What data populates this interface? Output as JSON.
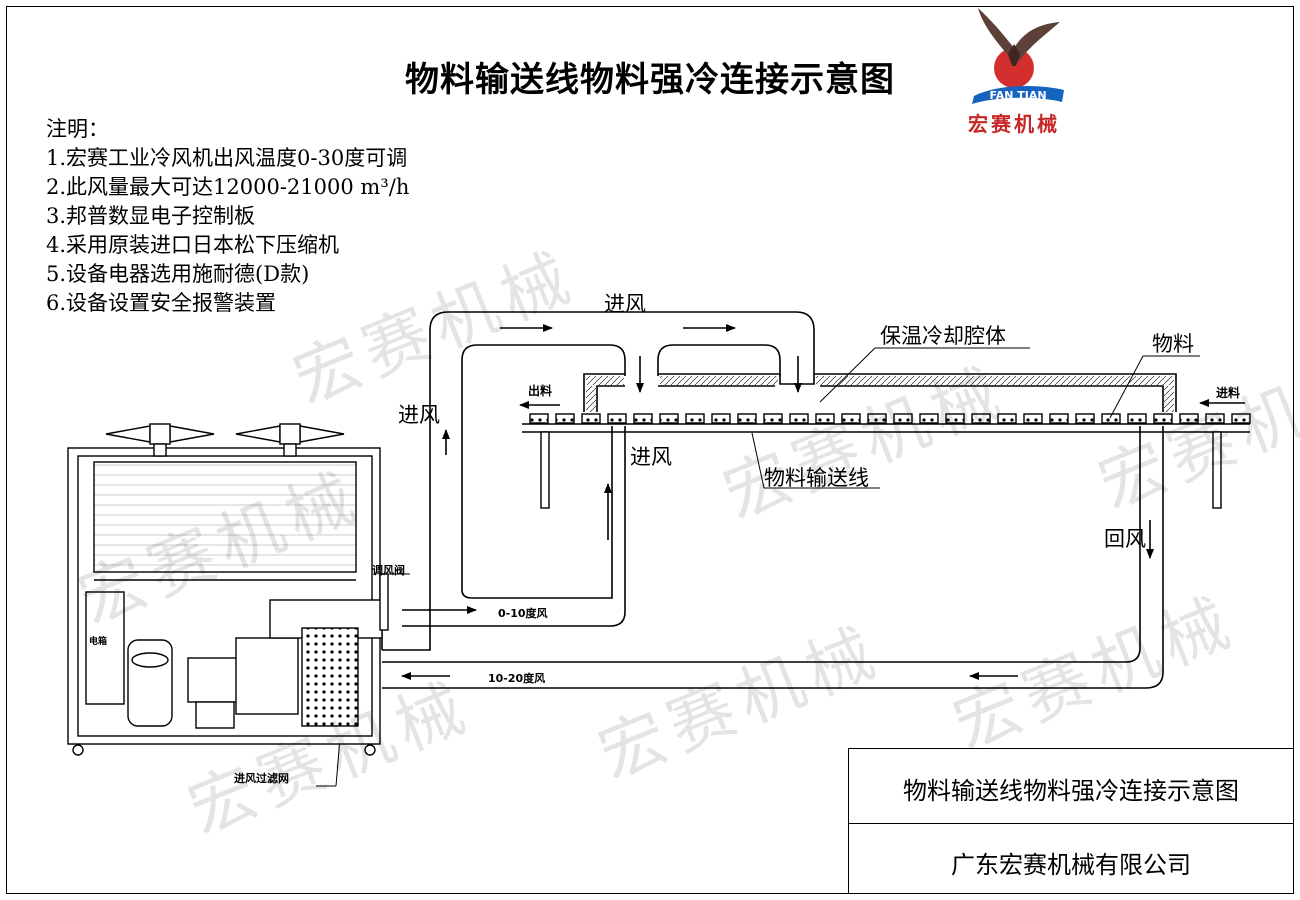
{
  "title": "物料输送线物料强冷连接示意图",
  "notes": {
    "heading": "注明：",
    "items": [
      "1.宏赛工业冷风机出风温度0-30度可调",
      "2.此风量最大可达12000-21000 m³/h",
      "3.邦普数显电子控制板",
      "4.采用原装进口日本松下压缩机",
      "5.设备电器选用施耐德(D款)",
      "6.设备设置安全报警装置"
    ]
  },
  "logo": {
    "brand_latin": "FAN TIAN",
    "brand_cn": "宏赛机械",
    "colors": {
      "red": "#d32f2f",
      "blue": "#1565c0",
      "brown": "#6d4c41"
    }
  },
  "labels": {
    "inlet_air_top": "进风",
    "inlet_air_left": "进风",
    "inlet_air_mid": "进风",
    "return_air": "回风",
    "insulated_chamber": "保温冷却腔体",
    "material": "物料",
    "conveyor": "物料输送线",
    "outlet": "出料",
    "inlet": "进料",
    "damper": "调风阀",
    "air_0_10": "0-10度风",
    "air_10_20": "10-20度风",
    "electric_box": "电箱",
    "filter": "进风过滤网"
  },
  "title_block": {
    "title": "物料输送线物料强冷连接示意图",
    "company": "广东宏赛机械有限公司"
  },
  "watermark": "宏赛机械"
}
